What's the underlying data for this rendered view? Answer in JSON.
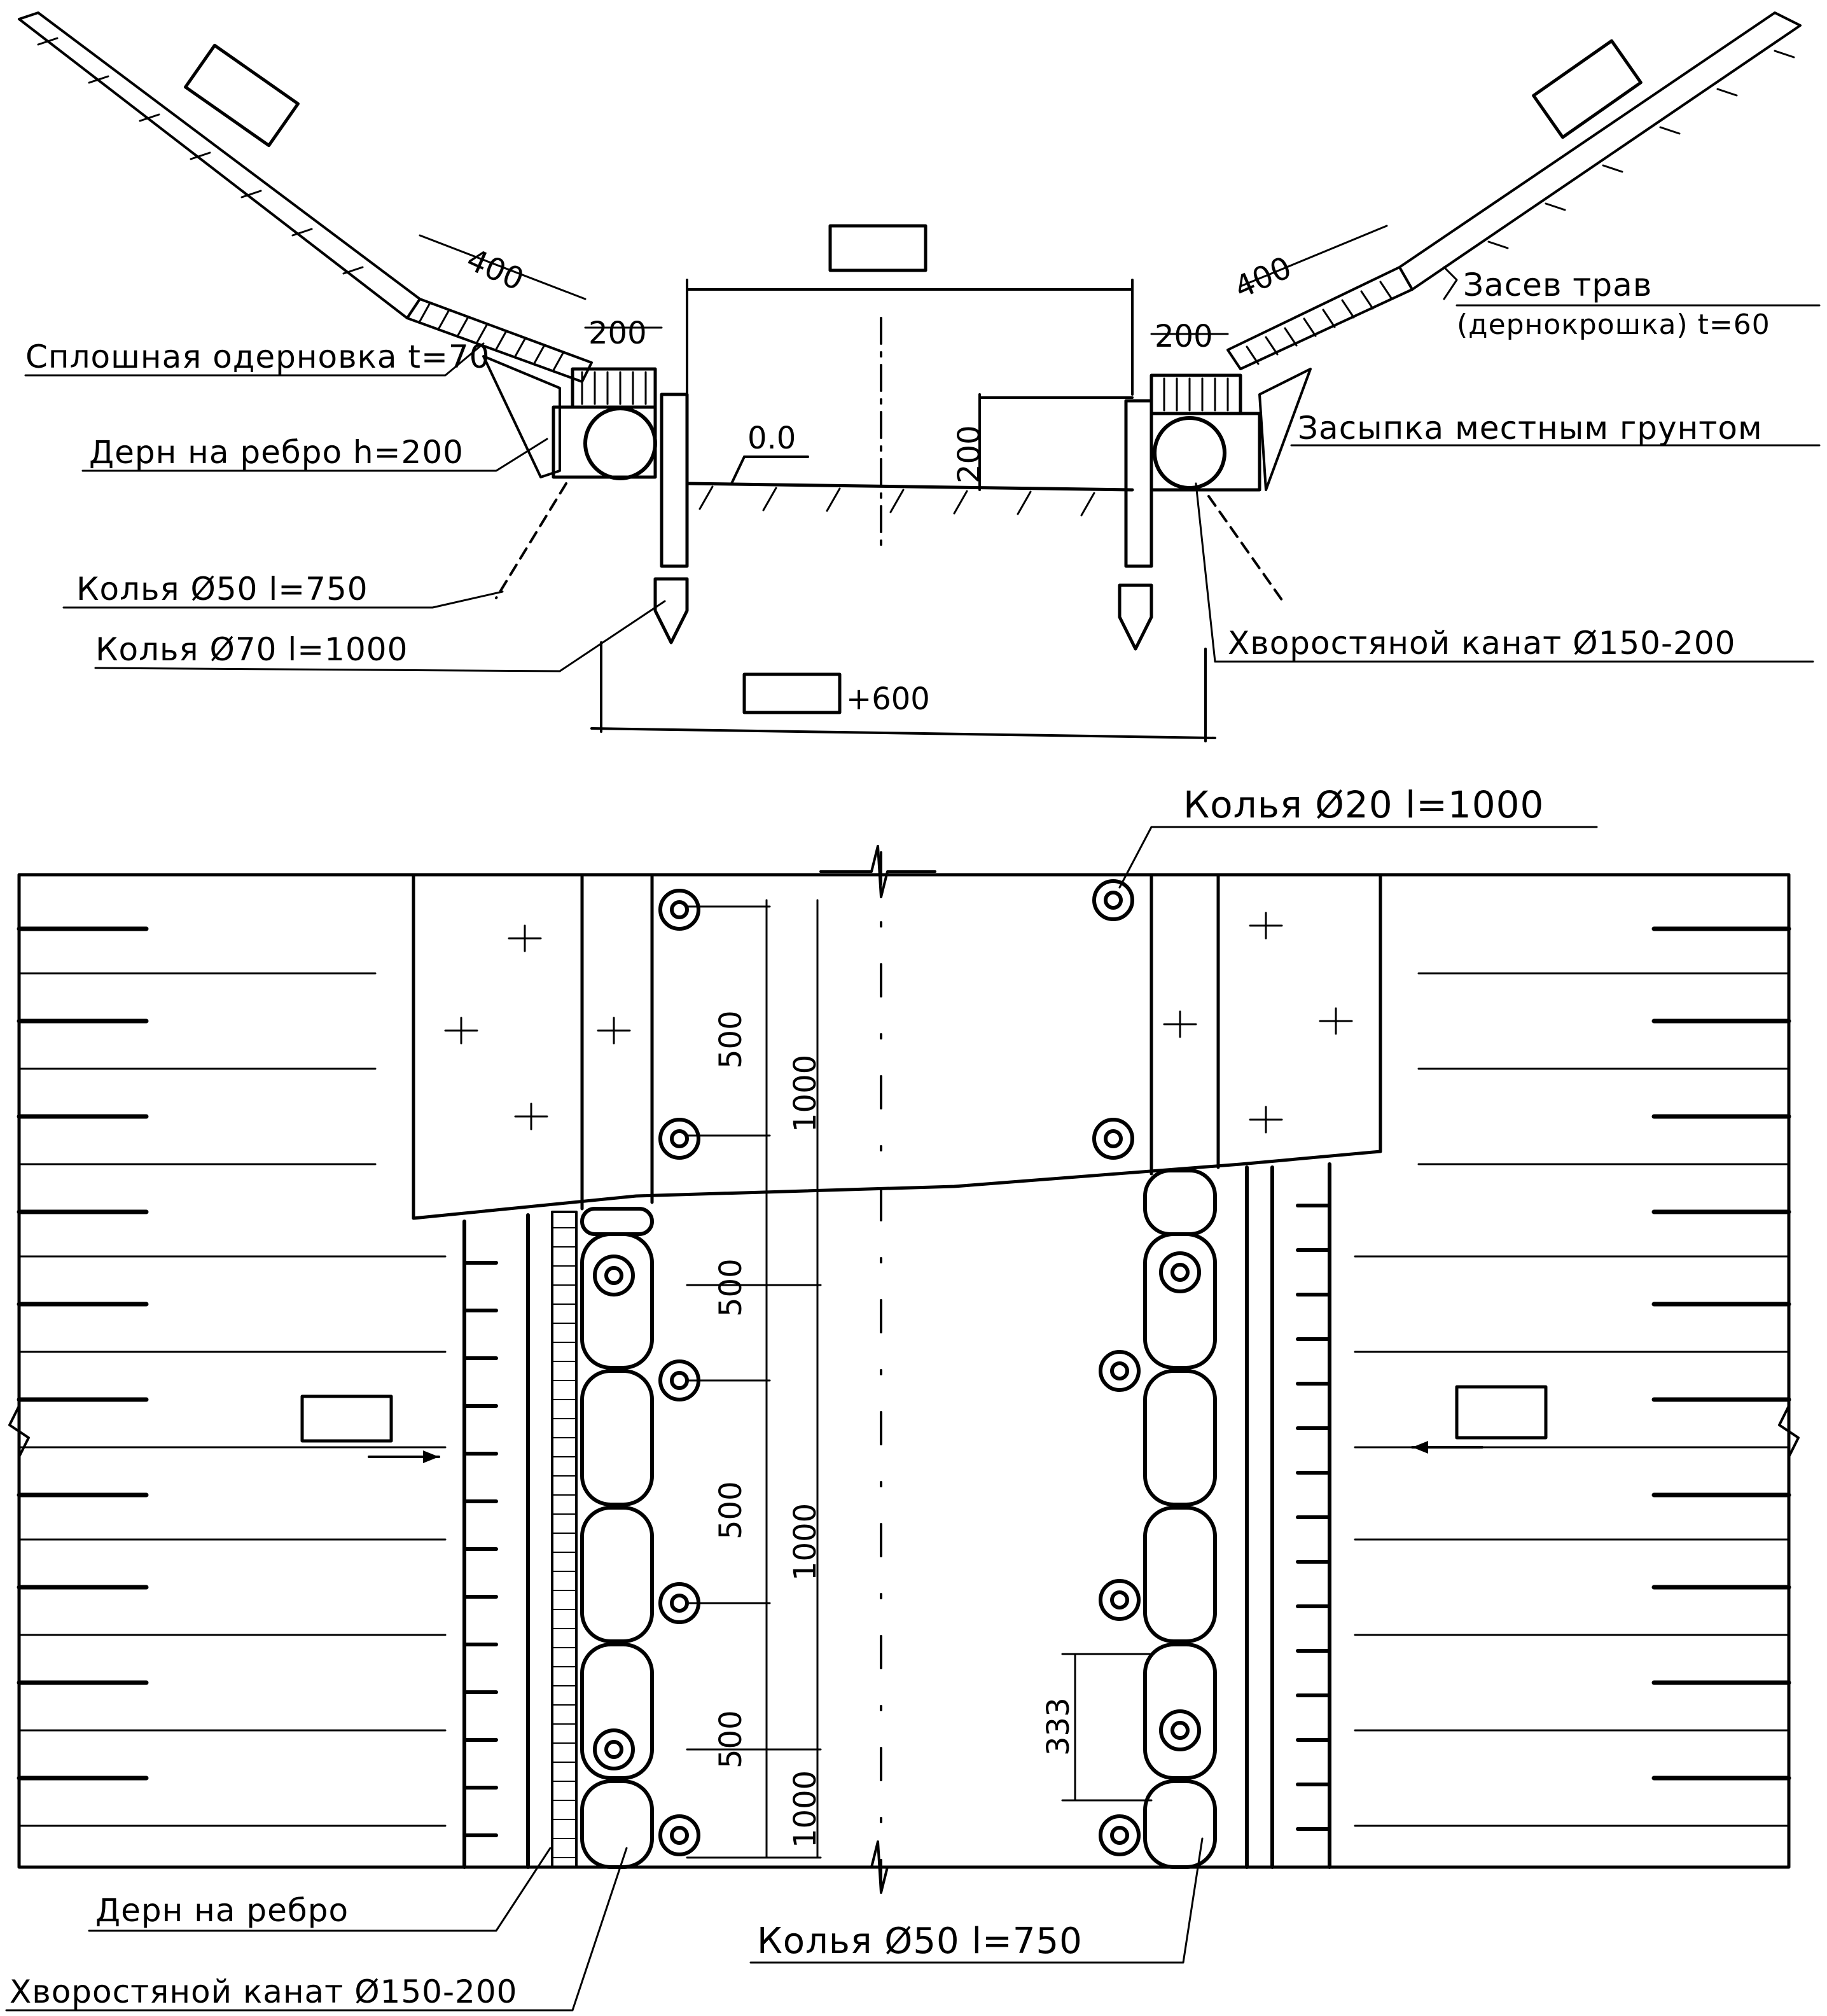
{
  "section": {
    "labels": {
      "solid_turf": "Сплошная одерновка t=70",
      "turf_on_edge": "Дерн на ребро h=200",
      "stakes_50": "Колья Ø50 l=750",
      "stakes_70": "Колья Ø70 l=1000",
      "grass_sowing_line1": "Засев трав",
      "grass_sowing_line2": "(дернокрошка) t=60",
      "backfill": "Засыпка местным грунтом",
      "brushwood_rope": "Хворостяной канат Ø150-200"
    },
    "dims": {
      "slope_left": "400",
      "slope_right": "400",
      "berm_left": "200",
      "berm_right": "200",
      "zero_mark": "0.0",
      "height": "200",
      "bottom_add": "+600"
    }
  },
  "plan": {
    "labels": {
      "stakes_20": "Колья Ø20 l=1000",
      "turf_on_edge": "Дерн на ребро",
      "brushwood_rope": "Хворостяной канат Ø150-200",
      "stakes_50": "Колья Ø50 l=750"
    },
    "dims": {
      "s1": "500",
      "s2": "500",
      "s3": "500",
      "s4": "500",
      "l1": "1000",
      "l2": "1000",
      "l3": "1000",
      "spacing": "333"
    }
  }
}
